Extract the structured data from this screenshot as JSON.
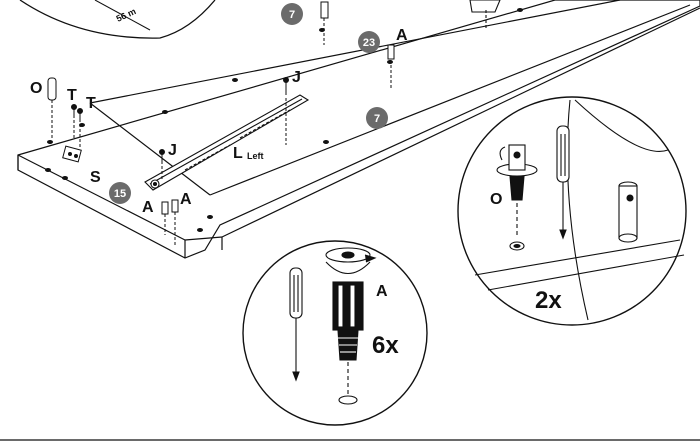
{
  "step_badges": [
    "7",
    "23",
    "7",
    "15"
  ],
  "part_labels": {
    "o_main": "O",
    "t1": "T",
    "t2": "T",
    "j_top": "J",
    "j_mid": "J",
    "l": "L",
    "l_sub": "Left",
    "s": "S",
    "a_left": "A",
    "a_right": "A",
    "a_top": "A",
    "a_zoom": "A",
    "o_zoom": "O"
  },
  "quantities": {
    "cam_pins": "6x",
    "cam_locks": "2x"
  },
  "measure_text": "56 m",
  "colors": {
    "line": "#111111",
    "badge_fill": "#6b6b6b",
    "badge_text": "#ffffff"
  }
}
